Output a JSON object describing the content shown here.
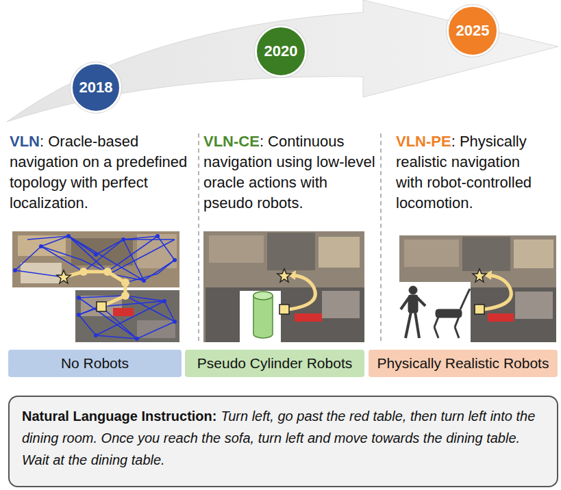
{
  "diagram": {
    "nodes": [
      {
        "text": [
          "2018"
        ]
      },
      {
        "text": [
          "2020"
        ]
      },
      {
        "text": [
          "2025"
        ]
      },
      {
        "text": [
          "No Robots"
        ]
      },
      {
        "text": [
          "Pseudo Cylinder Robots"
        ]
      },
      {
        "text": [
          "Physically Realistic Robots"
        ]
      },
      {
        "text": [
          "Natural Language Instruction:",
          "Turn left, go past the red table, then turn left into the dining room. Once you reach the sofa, turn left and move towards the dining table. Wait at the dining table."
        ]
      }
    ],
    "labels": [
      "VLN",
      ": Oracle-based navigation on a predefined topology with perfect localization.",
      "VLN-CE",
      ": Continuous navigation using low-level oracle actions with pseudo robots.",
      "VLN-PE",
      ": Physically realistic navigation with robot-controlled locomotion."
    ]
  }
}
